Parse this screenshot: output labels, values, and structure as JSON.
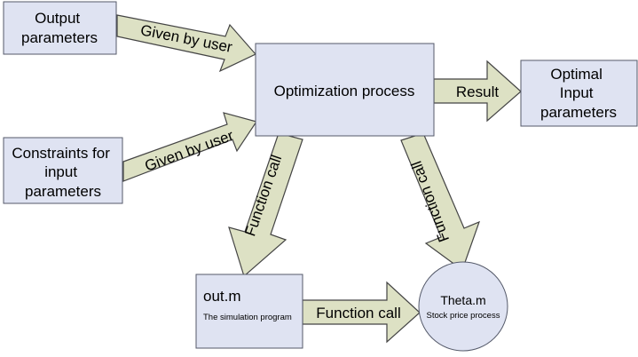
{
  "diagram": {
    "nodes": {
      "output_parameters": {
        "lines": [
          "Output",
          "parameters"
        ]
      },
      "constraints": {
        "lines": [
          "Constraints for",
          "input",
          "parameters"
        ]
      },
      "optimization_process": {
        "lines": [
          "Optimization process"
        ]
      },
      "optimal_input": {
        "lines": [
          "Optimal",
          "Input",
          "parameters"
        ]
      },
      "out_m": {
        "title": "out.m",
        "subtitle": "The simulation program"
      },
      "theta_m": {
        "title": "Theta.m",
        "subtitle": "Stock price process"
      }
    },
    "edges": {
      "given_by_user_1": "Given by user",
      "given_by_user_2": "Given by user",
      "result": "Result",
      "function_call_out": "Function call",
      "function_call_theta": "Function call",
      "function_call_between": "Function call"
    }
  },
  "colors": {
    "box_fill": "#dfe3f2",
    "box_stroke": "#555a6a",
    "arrow_fill": "#dde1c4",
    "arrow_stroke": "#444444"
  }
}
